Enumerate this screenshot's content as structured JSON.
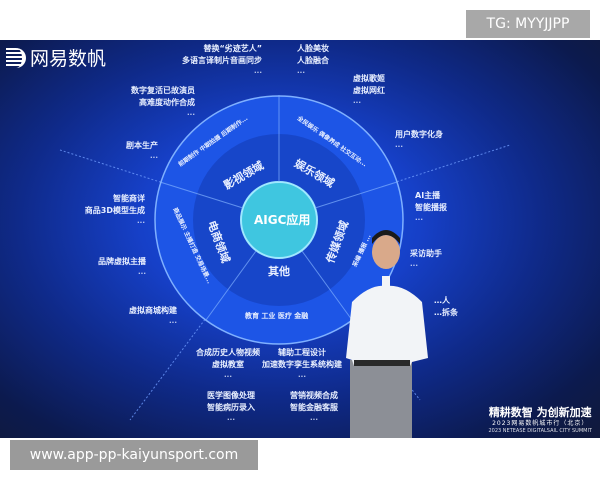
{
  "overlay_tag": "TG: MYYJJPP",
  "watermark": "www.app-pp-kaiyunsport.com",
  "logo": "网易数帆",
  "center": "AIGC应用",
  "sectors": [
    "影视领域",
    "娱乐领域",
    "电商领域",
    "传媒领域",
    "其他"
  ],
  "ring_texts": {
    "film": "前期制作 中期拍摄 后期制作...",
    "ent": "全民娱乐 偶像养成 社交互动...",
    "ecom": "商品展示 主播打造 交易场景...",
    "media": "采编 播报 ...",
    "other": "教育 工业 医疗 金融"
  },
  "labels": {
    "l1": [
      "替换“劣迹艺人”",
      "多语言译制片音画同步"
    ],
    "l2": [
      "数字复活已故演员",
      "高难度动作合成"
    ],
    "l3": [
      "剧本生产"
    ],
    "l4": [
      "智能商详",
      "商品3D模型生成"
    ],
    "l5": [
      "品牌虚拟主播"
    ],
    "l6": [
      "虚拟商城构建"
    ],
    "r1": [
      "人脸美妆",
      "人脸融合"
    ],
    "r2": [
      "虚拟歌姬",
      "虚拟网红"
    ],
    "r3": [
      "用户数字化身"
    ],
    "r4": [
      "AI主播",
      "智能播报"
    ],
    "r5": [
      "采访助手"
    ],
    "r6": [
      "…人",
      "…拆条"
    ],
    "b1": [
      "合成历史人物视频",
      "虚拟教室"
    ],
    "b2": [
      "辅助工程设计",
      "加速数字孪生系统构建"
    ],
    "b3": [
      "医学图像处理",
      "智能病历录入"
    ],
    "b4": [
      "营销视频合成",
      "智能金融客服"
    ]
  },
  "ellipsis": "...",
  "slogan": {
    "main": "精耕数智 为创新加速",
    "sub": "2023网易数帆城市行（北京）",
    "en": "2023 NETEASE DIGITALSAIL CITY SUMMIT"
  }
}
